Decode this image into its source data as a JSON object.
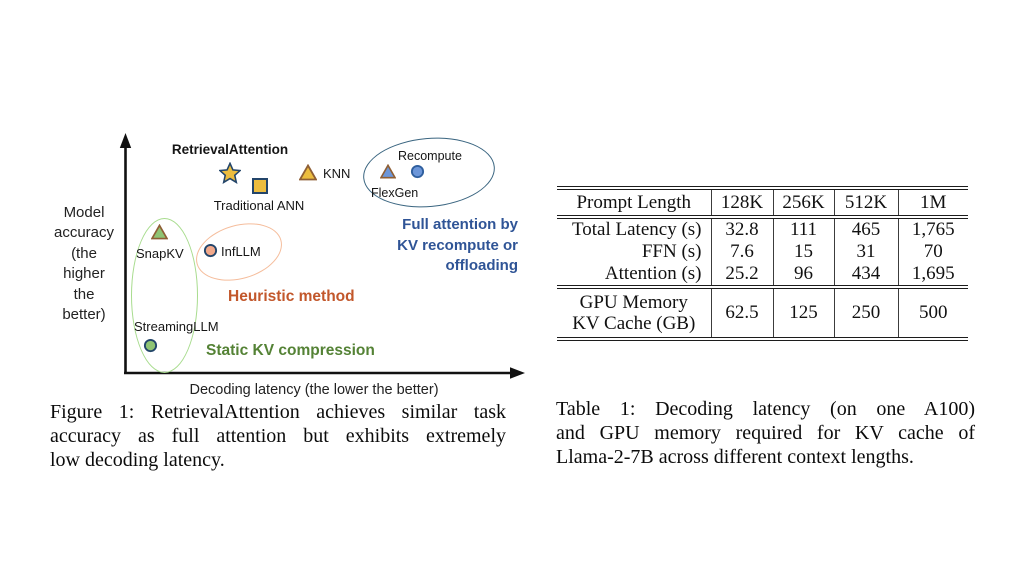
{
  "figure": {
    "y_axis_label": "Model\naccuracy\n(the\nhigher\nthe\nbetter)",
    "x_axis_label": "Decoding latency (the lower the better)",
    "points": [
      {
        "label": "RetrievalAttention",
        "marker": "star",
        "fill": "#ECBD3F",
        "stroke": "#23456A"
      },
      {
        "label": "Traditional ANN",
        "marker": "square",
        "fill": "#ECBD3F",
        "stroke": "#23456A"
      },
      {
        "label": "KNN",
        "marker": "triangle",
        "fill": "#ECBD3F",
        "stroke": "#8F5F35"
      },
      {
        "label": "FlexGen",
        "marker": "triangle",
        "fill": "#6C96D9",
        "stroke": "#8F5F35"
      },
      {
        "label": "Recompute",
        "marker": "circle",
        "fill": "#6C96D9",
        "stroke": "#2F5F9E"
      },
      {
        "label": "SnapKV",
        "marker": "triangle",
        "fill": "#8FC474",
        "stroke": "#8F5F35"
      },
      {
        "label": "InfLLM",
        "marker": "circle",
        "fill": "#F2A98B",
        "stroke": "#23456A"
      },
      {
        "label": "StreamingLLM",
        "marker": "circle",
        "fill": "#8FC474",
        "stroke": "#23456A"
      }
    ],
    "groups": {
      "full_attention": {
        "label": "Full attention by\nKV recompute or\noffloading",
        "color": "#2F5496",
        "ellipse_color": "#3A6580"
      },
      "heuristic": {
        "label": "Heuristic method",
        "color": "#C2572B",
        "ellipse_color": "#F5BD9C"
      },
      "static_kv": {
        "label": "Static KV compression",
        "color": "#548235",
        "ellipse_color": "#A8DC8E"
      }
    }
  },
  "figure_caption": {
    "lines": [
      "Figure 1: RetrievalAttention achieves similar task",
      "accuracy as full attention but exhibits extremely",
      "low decoding latency."
    ]
  },
  "table": {
    "header": [
      "Prompt Length",
      "128K",
      "256K",
      "512K",
      "1M"
    ],
    "rows": [
      {
        "label": "Total Latency (s)",
        "values": [
          "32.8",
          "111",
          "465",
          "1,765"
        ]
      },
      {
        "label": "FFN (s)",
        "values": [
          "7.6",
          "15",
          "31",
          "70"
        ]
      },
      {
        "label": "Attention (s)",
        "values": [
          "25.2",
          "96",
          "434",
          "1,695"
        ]
      }
    ],
    "memory": {
      "label_line1": "GPU Memory",
      "label_line2": "KV Cache (GB)",
      "values": [
        "62.5",
        "125",
        "250",
        "500"
      ]
    }
  },
  "table_caption": {
    "lines": [
      "Table 1:  Decoding latency (on one A100)",
      "and GPU memory required for KV cache of",
      "Llama-2-7B across different context lengths."
    ]
  },
  "chart_data": {
    "type": "scatter",
    "title": "",
    "xlabel": "Decoding latency (the lower the better)",
    "ylabel": "Model accuracy (the higher the better)",
    "axes_quantitative": false,
    "points": [
      {
        "label": "RetrievalAttention",
        "x_rel": 0.26,
        "y_rel": 0.85,
        "marker": "star",
        "color": "gold"
      },
      {
        "label": "Traditional ANN",
        "x_rel": 0.34,
        "y_rel": 0.8,
        "marker": "square",
        "color": "gold"
      },
      {
        "label": "KNN",
        "x_rel": 0.46,
        "y_rel": 0.86,
        "marker": "triangle",
        "color": "gold"
      },
      {
        "label": "FlexGen",
        "x_rel": 0.66,
        "y_rel": 0.86,
        "marker": "triangle",
        "color": "blue"
      },
      {
        "label": "Recompute",
        "x_rel": 0.74,
        "y_rel": 0.86,
        "marker": "circle",
        "color": "blue"
      },
      {
        "label": "SnapKV",
        "x_rel": 0.09,
        "y_rel": 0.6,
        "marker": "triangle",
        "color": "green"
      },
      {
        "label": "InfLLM",
        "x_rel": 0.22,
        "y_rel": 0.52,
        "marker": "circle",
        "color": "salmon"
      },
      {
        "label": "StreamingLLM",
        "x_rel": 0.07,
        "y_rel": 0.12,
        "marker": "circle",
        "color": "green"
      }
    ],
    "groups": [
      {
        "label": "Full attention by KV recompute or offloading",
        "members": [
          "FlexGen",
          "Recompute"
        ]
      },
      {
        "label": "Heuristic method",
        "members": [
          "InfLLM"
        ]
      },
      {
        "label": "Static KV compression",
        "members": [
          "SnapKV",
          "StreamingLLM"
        ]
      }
    ],
    "table": {
      "columns": [
        "128K",
        "256K",
        "512K",
        "1M"
      ],
      "rows": {
        "Total Latency (s)": [
          32.8,
          111,
          465,
          1765
        ],
        "FFN (s)": [
          7.6,
          15,
          31,
          70
        ],
        "Attention (s)": [
          25.2,
          96,
          434,
          1695
        ],
        "GPU Memory KV Cache (GB)": [
          62.5,
          125,
          250,
          500
        ]
      }
    }
  }
}
